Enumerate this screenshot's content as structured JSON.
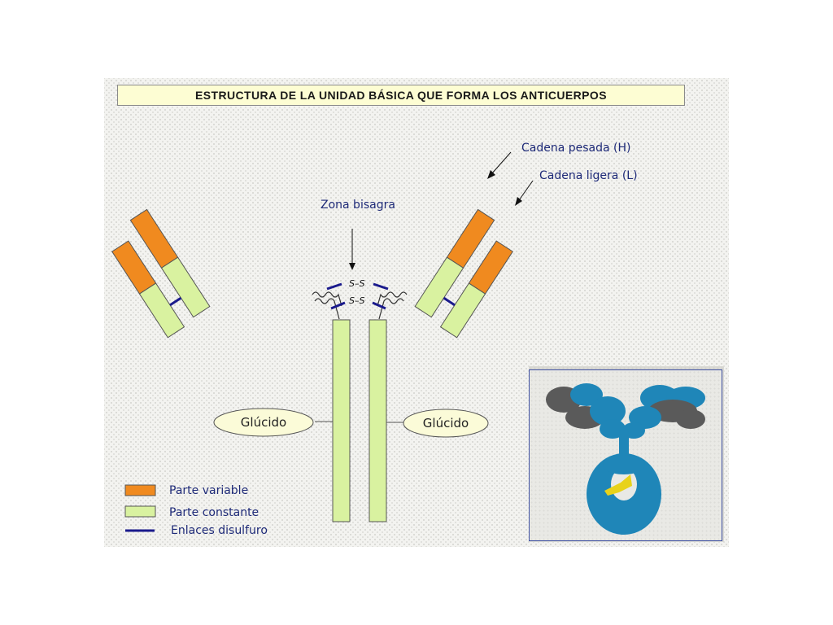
{
  "title": "ESTRUCTURA DE LA UNIDAD BÁSICA QUE FORMA LOS ANTICUERPOS",
  "labels": {
    "heavy_chain": "Cadena pesada (H)",
    "light_chain": "Cadena ligera (L)",
    "hinge": "Zona bisagra",
    "ss_bond_1": "S–S",
    "ss_bond_2": "S–S",
    "carb_left": "Glúcido",
    "carb_right": "Glúcido"
  },
  "legend": [
    {
      "label": "Parte variable",
      "color": "#f08a1f",
      "kind": "box"
    },
    {
      "label": "Parte constante",
      "color": "#d9f2a0",
      "kind": "box"
    },
    {
      "label": "Enlaces disulfuro",
      "color": "#1a1a8c",
      "kind": "line"
    }
  ],
  "colors": {
    "variable": "#f08a1f",
    "constant": "#d9f2a0",
    "bond": "#1a1a8c",
    "protein_blue": "#1f86b8",
    "protein_grey": "#5a5a5a",
    "ligand_yellow": "#e8d21a"
  },
  "inset": {
    "image": "antibody-3d-model"
  }
}
